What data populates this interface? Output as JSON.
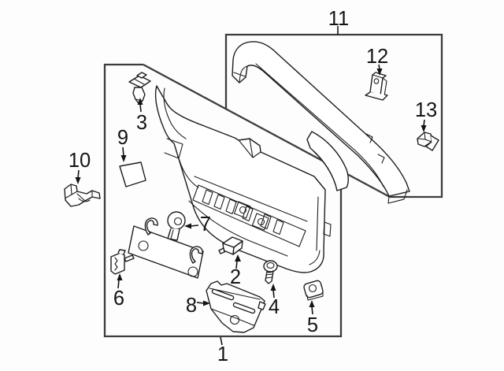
{
  "diagram": {
    "type": "exploded-parts-diagram",
    "subject": "liftgate interior trim panel assembly",
    "background_color": "#fdfdfd",
    "line_color": "#1d1d1d",
    "box_border_color": "#3d3d3d",
    "text_color": "#141414",
    "callouts": [
      {
        "label": "1"
      },
      {
        "label": "2"
      },
      {
        "label": "3"
      },
      {
        "label": "4"
      },
      {
        "label": "5"
      },
      {
        "label": "6"
      },
      {
        "label": "7"
      },
      {
        "label": "8"
      },
      {
        "label": "9"
      },
      {
        "label": "10"
      },
      {
        "label": "11"
      },
      {
        "label": "12"
      },
      {
        "label": "13"
      }
    ]
  }
}
